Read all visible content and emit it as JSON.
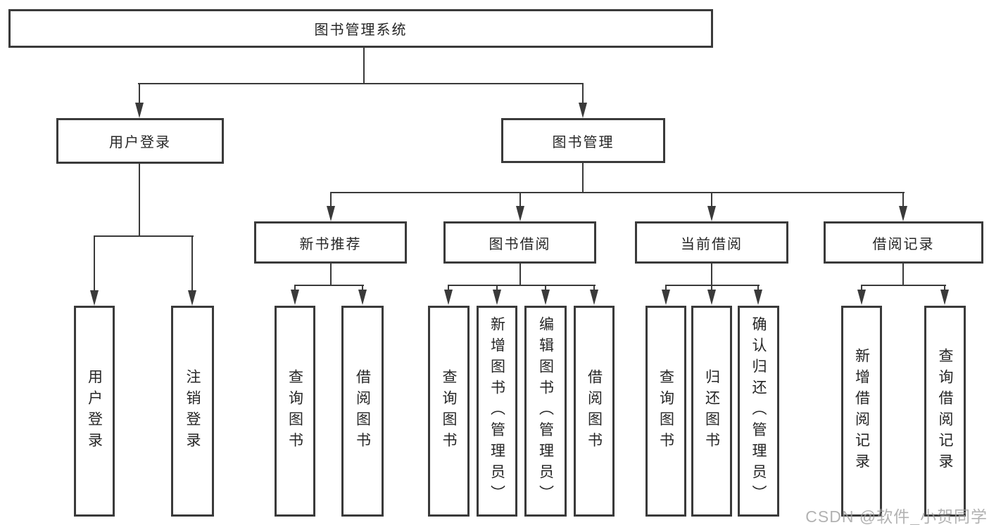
{
  "diagram": {
    "root": {
      "label": "图书管理系统"
    },
    "branches": [
      {
        "label": "用户登录",
        "children": [
          {
            "label": "用户登录"
          },
          {
            "label": "注销登录"
          }
        ]
      },
      {
        "label": "图书管理",
        "children": [
          {
            "label": "新书推荐",
            "children": [
              {
                "label": "查询图书"
              },
              {
                "label": "借阅图书"
              }
            ]
          },
          {
            "label": "图书借阅",
            "children": [
              {
                "label": "查询图书"
              },
              {
                "label": "新增图书（管理员）"
              },
              {
                "label": "编辑图书（管理员）"
              },
              {
                "label": "借阅图书"
              }
            ]
          },
          {
            "label": "当前借阅",
            "children": [
              {
                "label": "查询图书"
              },
              {
                "label": "归还图书"
              },
              {
                "label": "确认归还（管理员）"
              }
            ]
          },
          {
            "label": "借阅记录",
            "children": [
              {
                "label": "新增借阅记录"
              },
              {
                "label": "查询借阅记录"
              }
            ]
          }
        ]
      }
    ],
    "colors": {
      "line": "#3a3a3a",
      "border": "#3a3a3a",
      "text": "#262626",
      "background": "#ffffff",
      "watermark": "#9f9f9f"
    }
  },
  "watermark": {
    "text": "CSDN @软件_小贺同学"
  }
}
